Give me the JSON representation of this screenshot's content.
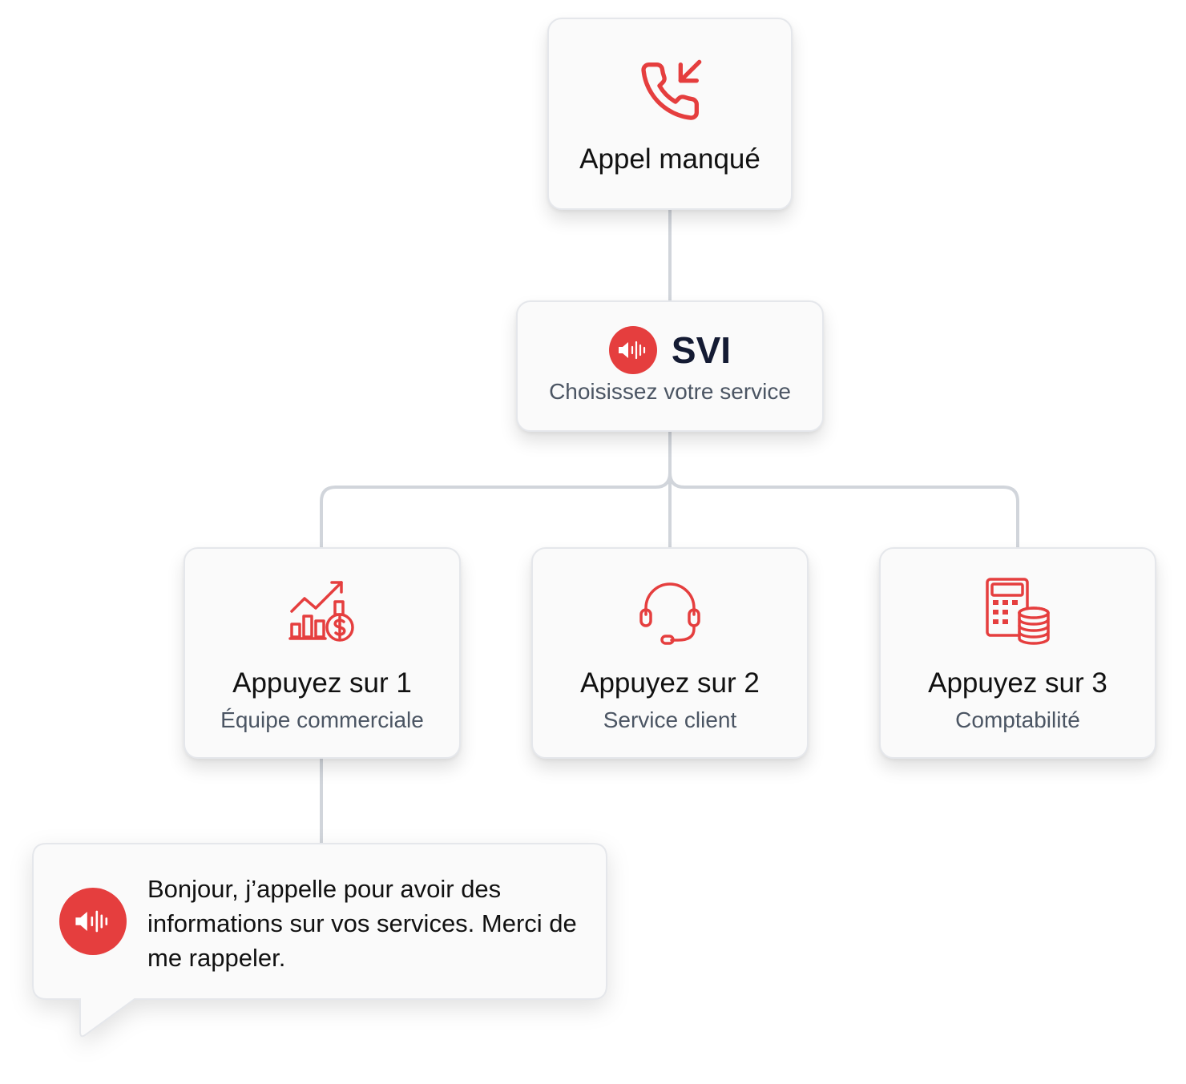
{
  "colors": {
    "accent": "#e53e3e",
    "connector": "#d1d5db",
    "card_background": "#fafafa",
    "card_border": "#e5e7eb",
    "title_text": "#111111",
    "subtitle_text": "#4b5563"
  },
  "missed_call": {
    "icon": "phone-incoming-icon",
    "label": "Appel manqué"
  },
  "svi": {
    "icon": "sound-wave-icon",
    "title": "SVI",
    "subtitle": "Choisissez votre service"
  },
  "options": [
    {
      "icon": "sales-growth-icon",
      "title": "Appuyez sur 1",
      "subtitle": "Équipe commerciale"
    },
    {
      "icon": "headset-icon",
      "title": "Appuyez sur 2",
      "subtitle": "Service client"
    },
    {
      "icon": "calculator-coins-icon",
      "title": "Appuyez sur 3",
      "subtitle": "Comptabilité"
    }
  ],
  "voicemail": {
    "icon": "sound-wave-icon",
    "message": "Bonjour, j’appelle pour avoir des informations sur vos services. Merci de me rappeler."
  }
}
